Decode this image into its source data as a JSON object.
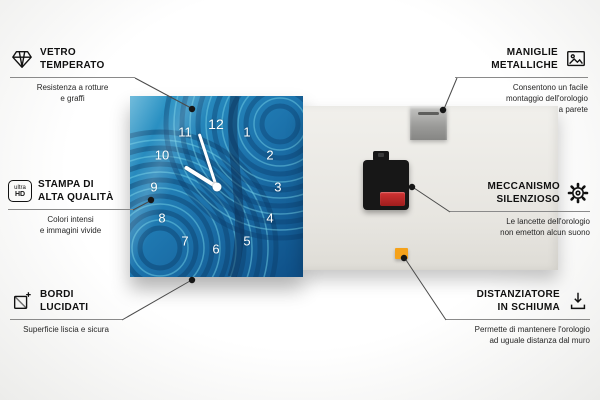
{
  "clock": {
    "numbers": [
      "12",
      "1",
      "2",
      "3",
      "4",
      "5",
      "6",
      "7",
      "8",
      "9",
      "10",
      "11"
    ]
  },
  "callouts": {
    "vetro_temperato": {
      "icon": "diamond-icon",
      "title": "VETRO\nTEMPERATO",
      "desc": "Resistenza a rotture\ne graffi"
    },
    "stampa_alta_qualita": {
      "icon": "ultra-hd-icon",
      "icon_label_top": "ultra",
      "icon_label_bottom": "HD",
      "title": "STAMPA DI\nALTA QUALITÀ",
      "desc": "Colori intensi\ne immagini vivide"
    },
    "bordi_lucidati": {
      "icon": "polished-edge-icon",
      "title": "BORDI\nLUCIDATI",
      "desc": "Superficie liscia e sicura"
    },
    "maniglie_metalliche": {
      "icon": "wall-mount-icon",
      "title": "MANIGLIE\nMETALLICHE",
      "desc": "Consentono un facile\nmontaggio dell'orologio\na parete"
    },
    "meccanismo_silenzioso": {
      "icon": "gear-icon",
      "title": "MECCANISMO\nSILENZIOSO",
      "desc": "Le lancette dell'orologio\nnon emetton alcun suono"
    },
    "distanziatore_schiuma": {
      "icon": "foam-spacer-icon",
      "title": "DISTANZIATORE\nIN SCHIUMA",
      "desc": "Permette di mantenere l'orologio\nad uguale distanza dal muro"
    }
  },
  "colors": {
    "panel_blue": "#1d7cb4",
    "panel_blue_dark": "#0d4a7e",
    "highlight_cyan": "#79d6ea",
    "back_panel": "#e9e8e4",
    "foam_orange": "#f5a21b",
    "battery_red": "#c62828",
    "hands_white": "#ffffff"
  }
}
